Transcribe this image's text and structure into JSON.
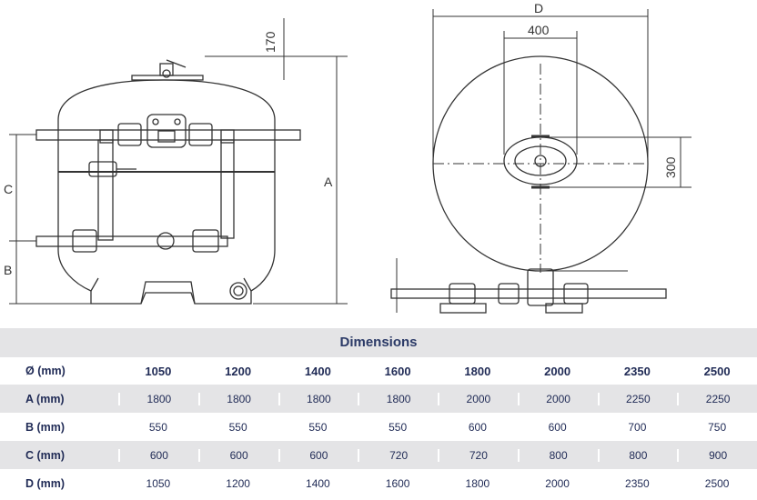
{
  "drawing": {
    "dim_labels": {
      "height_top": "170",
      "a": "A",
      "b": "B",
      "c": "C",
      "d": "D",
      "width_400": "400",
      "height_300": "300"
    },
    "line_color": "#333333"
  },
  "table": {
    "title": "Dimensions",
    "header": {
      "label": "Ø (mm)",
      "values": [
        "1050",
        "1200",
        "1400",
        "1600",
        "1800",
        "2000",
        "2350",
        "2500"
      ]
    },
    "rows": [
      {
        "label": "A (mm)",
        "values": [
          "1800",
          "1800",
          "1800",
          "1800",
          "2000",
          "2000",
          "2250",
          "2250"
        ]
      },
      {
        "label": "B (mm)",
        "values": [
          "550",
          "550",
          "550",
          "550",
          "600",
          "600",
          "700",
          "750"
        ]
      },
      {
        "label": "C (mm)",
        "values": [
          "600",
          "600",
          "600",
          "720",
          "720",
          "800",
          "800",
          "900"
        ]
      },
      {
        "label": "D (mm)",
        "values": [
          "1050",
          "1200",
          "1400",
          "1600",
          "1800",
          "2000",
          "2350",
          "2500"
        ]
      }
    ],
    "colors": {
      "title_text": "#2b3a67",
      "shade": "#e4e4e6"
    }
  }
}
